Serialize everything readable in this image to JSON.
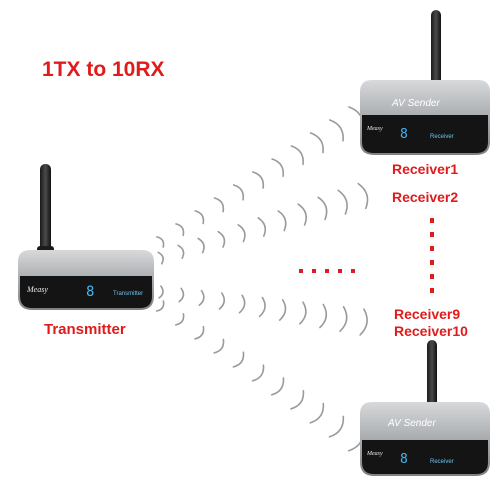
{
  "headline": "1TX to 10RX",
  "transmitter": {
    "label": "Transmitter",
    "brand": "Measy",
    "display_digit": "8",
    "panel_text": "Transmitter"
  },
  "receivers": {
    "top_label": "Receiver1",
    "second_label": "Receiver2",
    "ninth_label": "Receiver9",
    "tenth_label": "Receiver10",
    "device_brand": "Measy",
    "device_top_text": "AV Sender",
    "display_digit": "8",
    "panel_text": "Receiver"
  },
  "colors": {
    "label_red": "#e01b1b",
    "device_silver": "#a7aaad",
    "device_front": "#141414",
    "display_blue": "#43b5f0",
    "signal_arc": "#9a9a9a"
  }
}
